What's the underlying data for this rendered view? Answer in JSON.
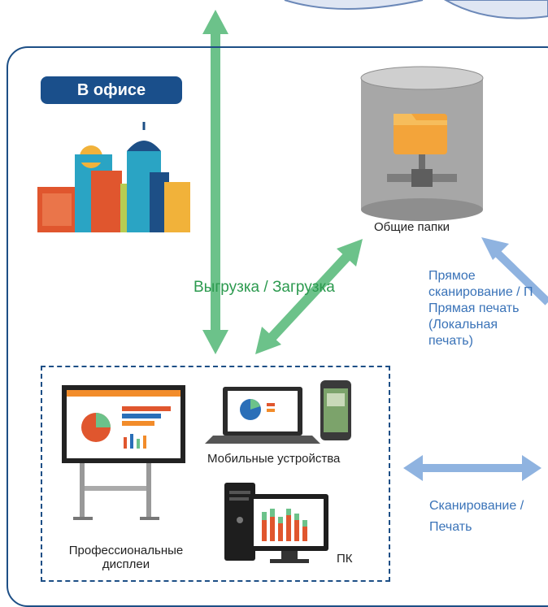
{
  "office": {
    "badge": "В офисе"
  },
  "nodes": {
    "shared_folders": "Общие папки",
    "mobile_devices": "Мобильные устройства",
    "professional_displays": "Профессиональные\nдисплеи",
    "pc": "ПК"
  },
  "edges": {
    "upload_download": "Выгрузка / Загрузка",
    "direct_scan_print": "Прямое\nсканирование / П\nПрямая печать\n(Локальная\nпечать)",
    "scan_print": "Сканирование /\nПечать"
  },
  "colors": {
    "frame": "#1d4f86",
    "green_arrow": "#6cc28a",
    "blue_arrow": "#8fb3e0"
  }
}
